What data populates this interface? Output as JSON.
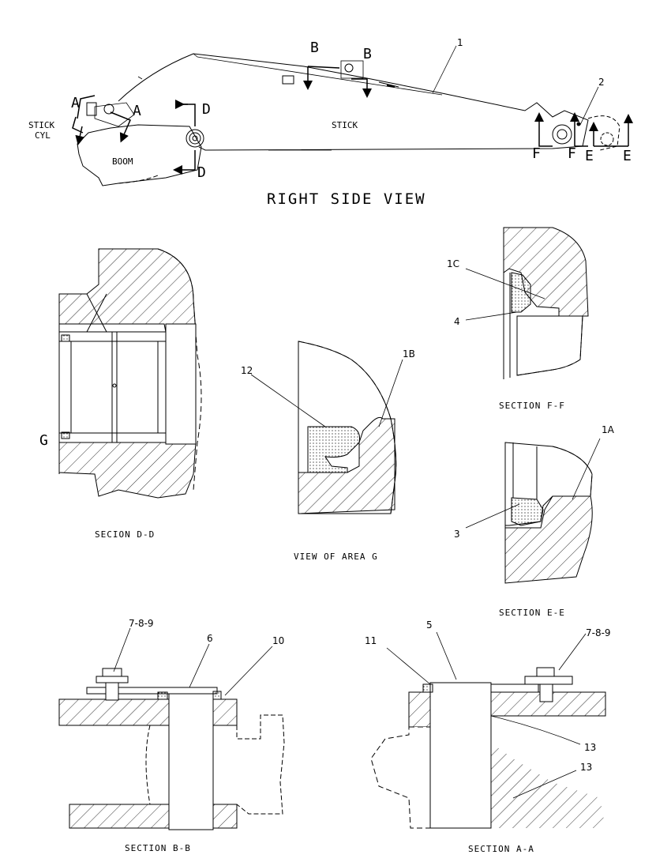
{
  "view_title": "RIGHT SIDE VIEW",
  "overview": {
    "stick_cyl_line1": "STICK",
    "stick_cyl_line2": "CYL",
    "boom": "BOOM",
    "stick": "STICK",
    "cut_a1": "A",
    "cut_a2": "A",
    "cut_b1": "B",
    "cut_b2": "B",
    "cut_d1": "D",
    "cut_d2": "D",
    "cut_f1": "F",
    "cut_f2": "F",
    "cut_e1": "E",
    "cut_e2": "E",
    "callout_1": "1",
    "callout_2": "2"
  },
  "section_dd": {
    "caption": "SECION D-D",
    "area_marker": "G"
  },
  "area_g": {
    "caption": "VIEW OF AREA G",
    "callout_12": "12",
    "callout_1b": "1B"
  },
  "section_ff": {
    "caption": "SECTION F-F",
    "callout_1c": "1C",
    "callout_4": "4"
  },
  "section_ee": {
    "caption": "SECTION E-E",
    "callout_1a": "1A",
    "callout_3": "3"
  },
  "section_bb": {
    "caption": "SECTION B-B",
    "callout_789": "7-8-9",
    "callout_6": "6",
    "callout_10": "10"
  },
  "section_aa": {
    "caption": "SECTION A-A",
    "callout_11": "11",
    "callout_5": "5",
    "callout_789": "7-8-9",
    "callout_13a": "13",
    "callout_13b": "13"
  }
}
